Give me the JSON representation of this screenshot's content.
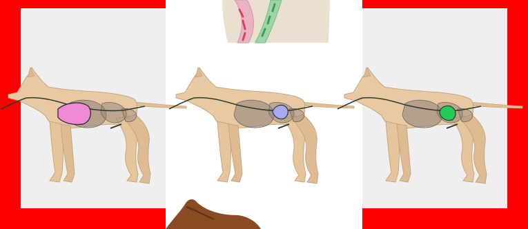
{
  "colors": {
    "frame_red": "#ff0000",
    "panel_gray": "#efefef",
    "dog_body": "#e8c9a3",
    "dog_outline": "#c9a47c",
    "organ_dark": "#8a8078",
    "tube": "#2b3a2b",
    "stomach_pink": "#f08ad6",
    "stomach_blue": "#a9a9f2",
    "stomach_green": "#22cc55",
    "inset_bg": "#e9e0cf",
    "inset_pink": "#e8b4c4",
    "inset_green": "#9fd3a8",
    "head_brown": "#8a4a22"
  },
  "figures": [
    {
      "name": "dog-pink-stomach",
      "organ": "stomach_pink"
    },
    {
      "name": "dog-blue-stomach",
      "organ": "stomach_blue"
    },
    {
      "name": "dog-green-stomach",
      "organ": "stomach_green"
    }
  ]
}
